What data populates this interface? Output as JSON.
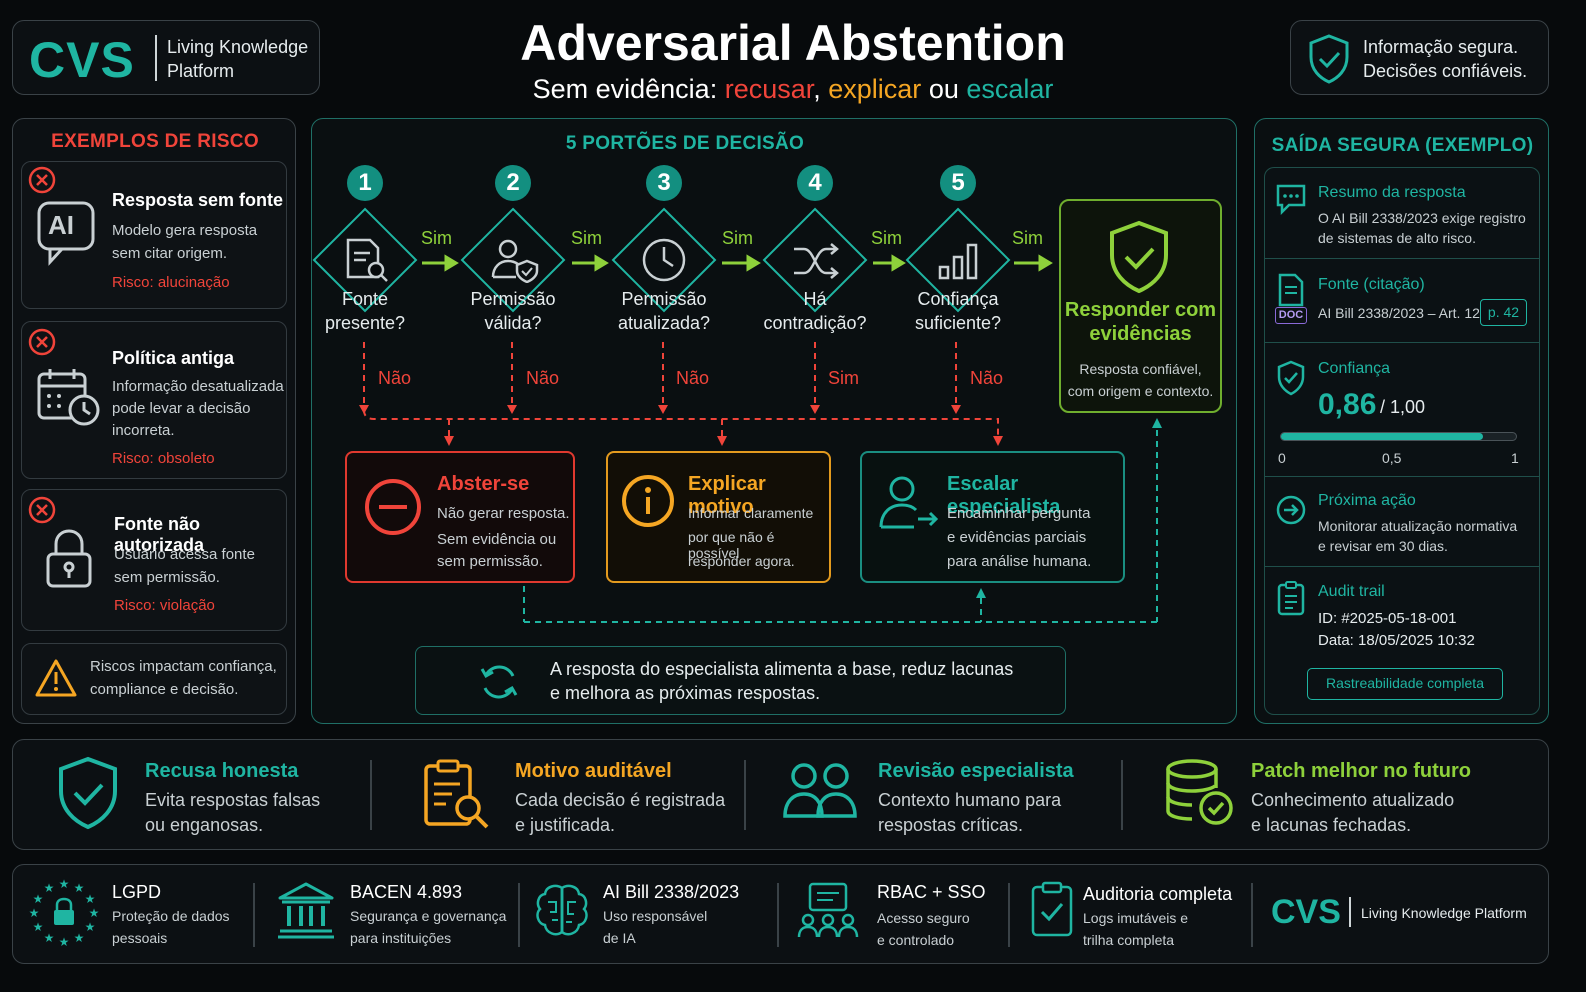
{
  "header": {
    "logo": "CVS",
    "logo_sub_1": "Living Knowledge",
    "logo_sub_2": "Platform",
    "title": "Adversarial Abstention",
    "subtitle_prefix": "Sem evidência: ",
    "subtitle_w1": "recusar",
    "subtitle_sep1": ", ",
    "subtitle_w2": "explicar",
    "subtitle_sep2": " ou ",
    "subtitle_w3": "escalar",
    "secure_1": "Informação segura.",
    "secure_2": "Decisões confiáveis."
  },
  "risks": {
    "title": "EXEMPLOS DE RISCO",
    "items": [
      {
        "title": "Resposta sem fonte",
        "desc_1": "Modelo gera resposta",
        "desc_2": "sem citar origem.",
        "desc_3": "",
        "risk": "Risco: alucinação",
        "icon": "ai-chat-icon",
        "icon_text": "AI"
      },
      {
        "title": "Política antiga",
        "desc_1": "Informação desatualizada",
        "desc_2": "pode levar a decisão",
        "desc_3": "incorreta.",
        "risk": "Risco: obsoleto",
        "icon": "calendar-clock-icon"
      },
      {
        "title": "Fonte não autorizada",
        "desc_1": "Usuário acessa fonte",
        "desc_2": "sem permissão.",
        "desc_3": "",
        "risk": "Risco: violação",
        "icon": "lock-icon"
      }
    ],
    "warning_1": "Riscos impactam confiança,",
    "warning_2": "compliance e decisão."
  },
  "gates": {
    "title": "5 PORTÕES DE DECISÃO",
    "items": [
      {
        "num": "1",
        "label_1": "Fonte",
        "label_2": "presente?",
        "yes": "Sim",
        "no": "Não"
      },
      {
        "num": "2",
        "label_1": "Permissão",
        "label_2": "válida?",
        "yes": "Sim",
        "no": "Não"
      },
      {
        "num": "3",
        "label_1": "Permissão",
        "label_2": "atualizada?",
        "yes": "Sim",
        "no": "Não"
      },
      {
        "num": "4",
        "label_1": "Há",
        "label_2": "contradição?",
        "yes": "Sim",
        "no": "Sim"
      },
      {
        "num": "5",
        "label_1": "Confiança",
        "label_2": "suficiente?",
        "yes": "Sim",
        "no": "Não"
      }
    ],
    "respond_1": "Responder com",
    "respond_2": "evidências",
    "respond_desc_1": "Resposta confiável,",
    "respond_desc_2": "com origem e contexto.",
    "outcomes": [
      {
        "title": "Abster-se",
        "l1": "Não gerar resposta.",
        "l2": "Sem evidência ou",
        "l3": "sem permissão."
      },
      {
        "title": "Explicar motivo",
        "l1": "Informar claramente",
        "l2": "por que não é possível",
        "l3": "responder agora."
      },
      {
        "title": "Escalar especialista",
        "l1": "Encaminhar pergunta",
        "l2": "e evidências parciais",
        "l3": "para análise humana."
      }
    ],
    "loop_1": "A resposta do especialista alimenta a base, reduz lacunas",
    "loop_2": "e melhora as próximas respostas."
  },
  "output": {
    "title": "SAÍDA SEGURA (EXEMPLO)",
    "summary_title": "Resumo da resposta",
    "summary_1": "O AI Bill 2338/2023 exige registro",
    "summary_2": "de sistemas de alto risco.",
    "source_title": "Fonte (citação)",
    "source_text": "AI Bill 2338/2023 – Art. 12",
    "source_page": "p. 42",
    "doc_label": "DOC",
    "conf_title": "Confiança",
    "conf_value": "0,86",
    "conf_max": "/ 1,00",
    "conf_fraction": 0.86,
    "tick_0": "0",
    "tick_mid": "0,5",
    "tick_1": "1",
    "next_title": "Próxima ação",
    "next_1": "Monitorar atualização normativa",
    "next_2": "e revisar em 30 dias.",
    "audit_title": "Audit trail",
    "audit_id": "ID: #2025-05-18-001",
    "audit_date": "Data: 18/05/2025 10:32",
    "trace_button": "Rastreabilidade completa"
  },
  "benefits": [
    {
      "title": "Recusa honesta",
      "l1": "Evita respostas falsas",
      "l2": "ou enganosas."
    },
    {
      "title": "Motivo auditável",
      "l1": "Cada decisão é registrada",
      "l2": "e justificada."
    },
    {
      "title": "Revisão especialista",
      "l1": "Contexto humano para",
      "l2": "respostas críticas."
    },
    {
      "title": "Patch melhor no futuro",
      "l1": "Conhecimento atualizado",
      "l2": "e lacunas fechadas."
    }
  ],
  "compliance": [
    {
      "title": "LGPD",
      "l1": "Proteção de dados",
      "l2": "pessoais"
    },
    {
      "title": "BACEN 4.893",
      "l1": "Segurança e governança",
      "l2": "para instituições"
    },
    {
      "title": "AI Bill 2338/2023",
      "l1": "Uso responsável",
      "l2": "de IA"
    },
    {
      "title": "RBAC + SSO",
      "l1": "Acesso seguro",
      "l2": "e controlado"
    },
    {
      "title": "Auditoria completa",
      "l1": "Logs imutáveis e",
      "l2": "trilha completa"
    }
  ],
  "footer_logo": "CVS",
  "footer_logo_sub": "Living Knowledge Platform",
  "colors": {
    "teal": "#1fb5a2",
    "red": "#f0443a",
    "orange": "#f5a623",
    "green": "#8ed13b"
  }
}
